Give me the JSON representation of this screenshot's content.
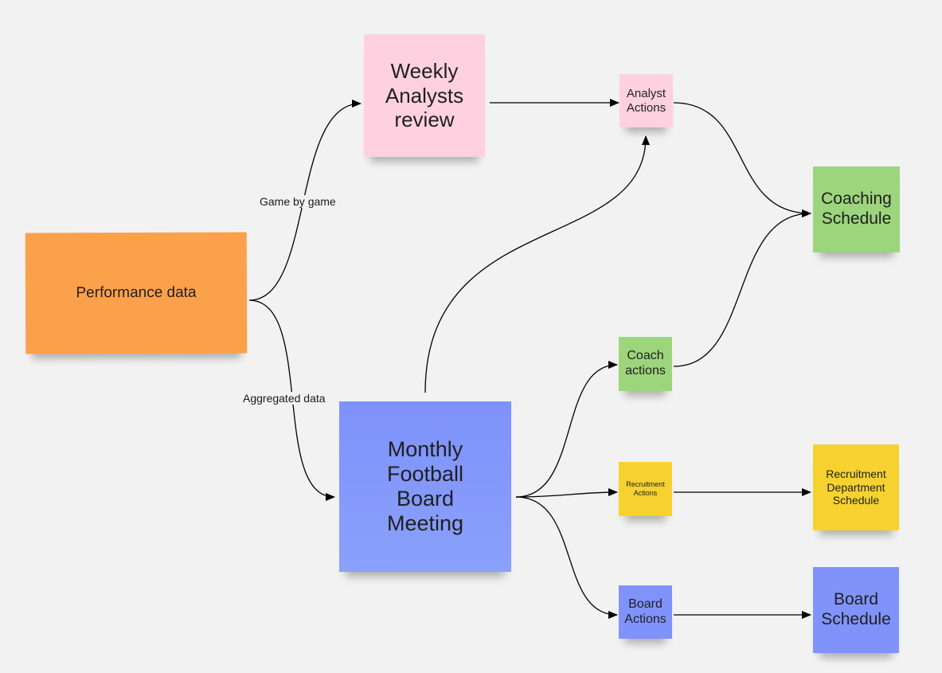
{
  "colors": {
    "orange": "#fba14b",
    "pink": "#ffd1e0",
    "green": "#9dd57c",
    "blue": "#8093fb",
    "yellow": "#f5d22f",
    "line": "#000000"
  },
  "notes": {
    "performance_data": "Performance data",
    "weekly_review": "Weekly Analysts review",
    "monthly_meeting": "Monthly Football Board Meeting",
    "analyst_actions": "Analyst Actions",
    "coach_actions": "Coach actions",
    "recruitment_actions": "Recruitment Actions",
    "board_actions": "Board Actions",
    "coaching_schedule": "Coaching Schedule",
    "recruitment_schedule": "Recruitment Department Schedule",
    "board_schedule": "Board Schedule"
  },
  "edge_labels": {
    "game_by_game": "Game by game",
    "aggregated": "Aggregated data"
  }
}
